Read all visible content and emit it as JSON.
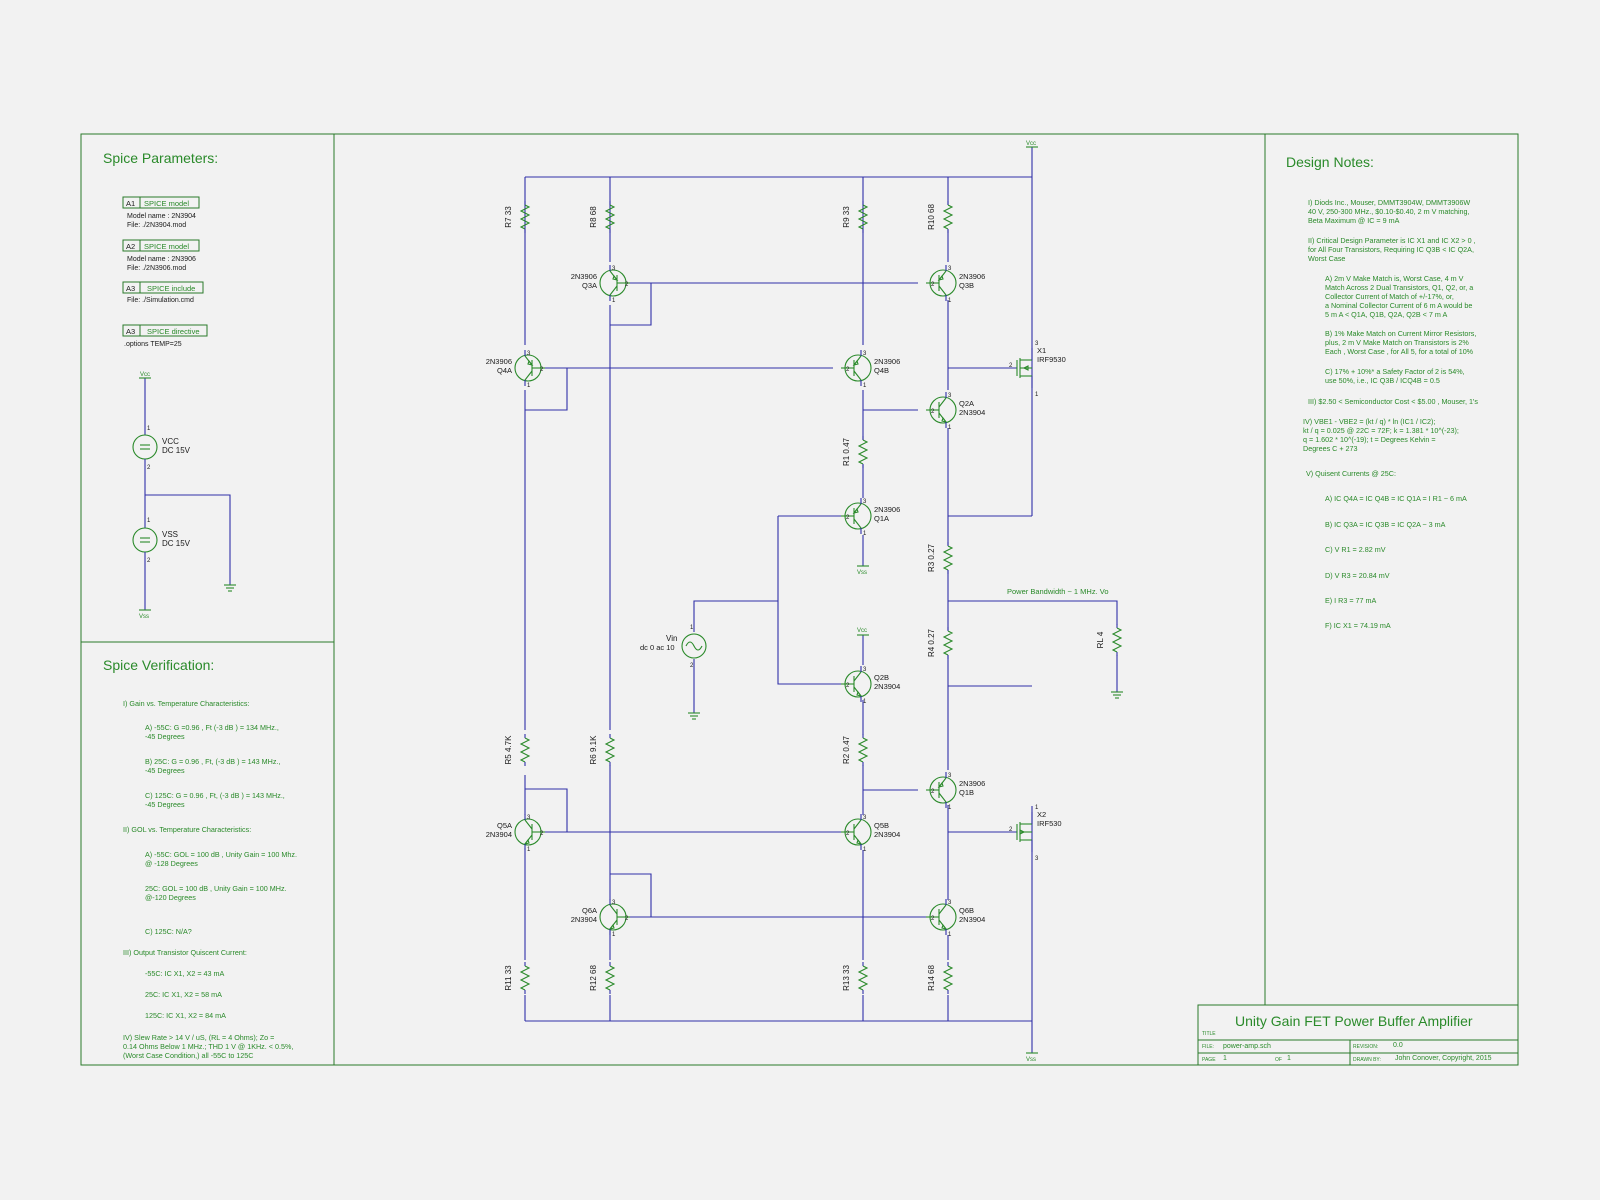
{
  "left": {
    "params_title": "Spice Parameters:",
    "a1": {
      "tag": "A1",
      "type": "SPICE model",
      "l1": "Model name :  2N3904",
      "l2": "File: ./2N3904.mod"
    },
    "a2": {
      "tag": "A2",
      "type": "SPICE model",
      "l1": "Model name :  2N3906",
      "l2": "File: ./2N3906.mod"
    },
    "a3": {
      "tag": "A3",
      "type": "SPICE include",
      "l1": "File: ./Simulation.cmd"
    },
    "a4": {
      "tag": "A3",
      "type": "SPICE directive",
      "l1": ".options TEMP=25"
    },
    "vcc_name": "VCC",
    "vcc_val": "DC 15V",
    "vss_name": "VSS",
    "vss_val": "DC 15V",
    "vcc_net": "Vcc",
    "vss_net": "Vss",
    "pin1": "1",
    "pin2": "2",
    "verif_title": "Spice Verification:",
    "verif_lines": [
      "I) Gain vs. Temperature Characteristics:",
      "A) -55C: G =0.96 , Ft (-3 dB ) = 134 MHz.,",
      "-45 Degrees",
      "B) 25C: G = 0.96 , Ft, (-3 dB ) = 143  MHz.,",
      "-45 Degrees",
      "C) 125C: G = 0.96 , Ft, (-3 dB ) = 143  MHz.,",
      "-45 Degrees",
      "II) GOL vs. Temperature Characteristics:",
      "A) -55C: GOL = 100 dB , Unity Gain = 100  Mhz.",
      "@ -128 Degrees",
      "25C: GOL = 100 dB , Unity Gain = 100 MHz.",
      "@-120 Degrees",
      "C) 125C: N/A?",
      "III) Output Transistor Quiscent Current:",
      "-55C: IC X1, X2 = 43 mA",
      "25C: IC X1, X2 = 58 mA",
      "125C: IC X1, X2 = 84 mA",
      "IV) Slew Rate > 14 V / uS, (RL = 4 Ohms); Zo =",
      "0.14 Ohms Below 1  MHz.; THD 1  V @ 1KHz. < 0.5%,",
      "(Worst Case Condition,) all -55C to 125C"
    ]
  },
  "schematic": {
    "vcc": "Vcc",
    "vss": "Vss",
    "resistors": [
      {
        "ref": "R7",
        "val": "33"
      },
      {
        "ref": "R8",
        "val": "68"
      },
      {
        "ref": "R9",
        "val": "33"
      },
      {
        "ref": "R10",
        "val": "68"
      },
      {
        "ref": "R1",
        "val": "0.47"
      },
      {
        "ref": "R3",
        "val": "0.27"
      },
      {
        "ref": "R4",
        "val": "0.27"
      },
      {
        "ref": "R2",
        "val": "0.47"
      },
      {
        "ref": "R5",
        "val": "4.7K"
      },
      {
        "ref": "R6",
        "val": "9.1K"
      },
      {
        "ref": "R11",
        "val": "33"
      },
      {
        "ref": "R12",
        "val": "68"
      },
      {
        "ref": "R13",
        "val": "33"
      },
      {
        "ref": "R14",
        "val": "68"
      },
      {
        "ref": "RL",
        "val": "4"
      }
    ],
    "transistors": [
      {
        "ref": "Q3A",
        "model": "2N3906"
      },
      {
        "ref": "Q3B",
        "model": "2N3906"
      },
      {
        "ref": "Q4A",
        "model": "2N3906"
      },
      {
        "ref": "Q4B",
        "model": "2N3906"
      },
      {
        "ref": "Q2A",
        "model": "2N3904"
      },
      {
        "ref": "Q1A",
        "model": "2N3906"
      },
      {
        "ref": "Q2B",
        "model": "2N3904"
      },
      {
        "ref": "Q1B",
        "model": "2N3906"
      },
      {
        "ref": "Q5A",
        "model": "2N3904"
      },
      {
        "ref": "Q5B",
        "model": "2N3904"
      },
      {
        "ref": "Q6A",
        "model": "2N3904"
      },
      {
        "ref": "Q6B",
        "model": "2N3904"
      }
    ],
    "fets": [
      {
        "ref": "X1",
        "model": "IRF9530"
      },
      {
        "ref": "X2",
        "model": "IRF530"
      }
    ],
    "vin_name": "Vin",
    "vin_val": "dc 0 ac 10",
    "pb_label": "Power Bandwidth ~ 1  MHz.  Vo",
    "pins": {
      "p1": "1",
      "p2": "2",
      "p3": "3"
    }
  },
  "notes": {
    "title": "Design Notes:",
    "lines": [
      "I) Diods Inc., Mouser, DMMT3904W, DMMT3906W",
      "40  V, 250-300  MHz., $0.10-$0.40, 2 m V matching,",
      "Beta Maximum  @ IC = 9 mA",
      "II) Critical Design Parameter is IC X1 and IC X2 > 0 ,",
      "for All Four Transistors, Requiring IC Q3B < IC Q2A,",
      "Worst Case",
      "A) 2m V Make Match is, Worst Case, 4 m V",
      "Match Across 2 Dual Transistors, Q1, Q2, or, a",
      "Collector Current of Match of +/-17%, or,",
      "a Nominal Collector Current of 6 m A would be",
      "5 m A < Q1A, Q1B, Q2A, Q2B < 7 m A",
      "B) 1% Make Match on Current Mirror Resistors,",
      "plus, 2 m V Make Match on Transistors is 2%",
      "Each , Worst Case , for All 5, for a total of 10%",
      "C) 17% + 10%* a Safety Factor of 2 is 54%,",
      "use 50%, i.e., IC Q3B / ICQ4B = 0.5",
      "III) $2.50 < Semiconductor Cost < $5.00 , Mouser, 1's",
      "IV) VBE1 - VBE2 = (kt / q) * ln  (IC1 / IC2);",
      "kt / q = 0.025 @ 22C = 72F; k = 1.381 * 10^(-23);",
      "q = 1.602 * 10^(-19); t = Degrees Kelvin =",
      "Degrees C + 273",
      "V) Quisent Currents @ 25C:",
      "A) IC Q4A = IC Q4B = IC Q1A = I R1 ~ 6 mA",
      "B) IC Q3A = IC Q3B = IC Q2A ~ 3 mA",
      "C) V R1 = 2.82 mV",
      "D) V R3 = 20.84 mV",
      "E) I R3 = 77 mA",
      "F) IC X1 = 74.19 mA"
    ]
  },
  "titleblock": {
    "title": "Unity Gain FET Power Buffer Amplifier",
    "title_lbl": "TITLE",
    "file_lbl": "FILE:",
    "file": "power-amp.sch",
    "rev_lbl": "REVISION:",
    "rev": "0.0",
    "page_lbl": "PAGE",
    "page": "1",
    "of_lbl": "OF",
    "of": "1",
    "drawn_lbl": "DRAWN BY:",
    "drawn": "John Conover, Copyright, 2015"
  }
}
